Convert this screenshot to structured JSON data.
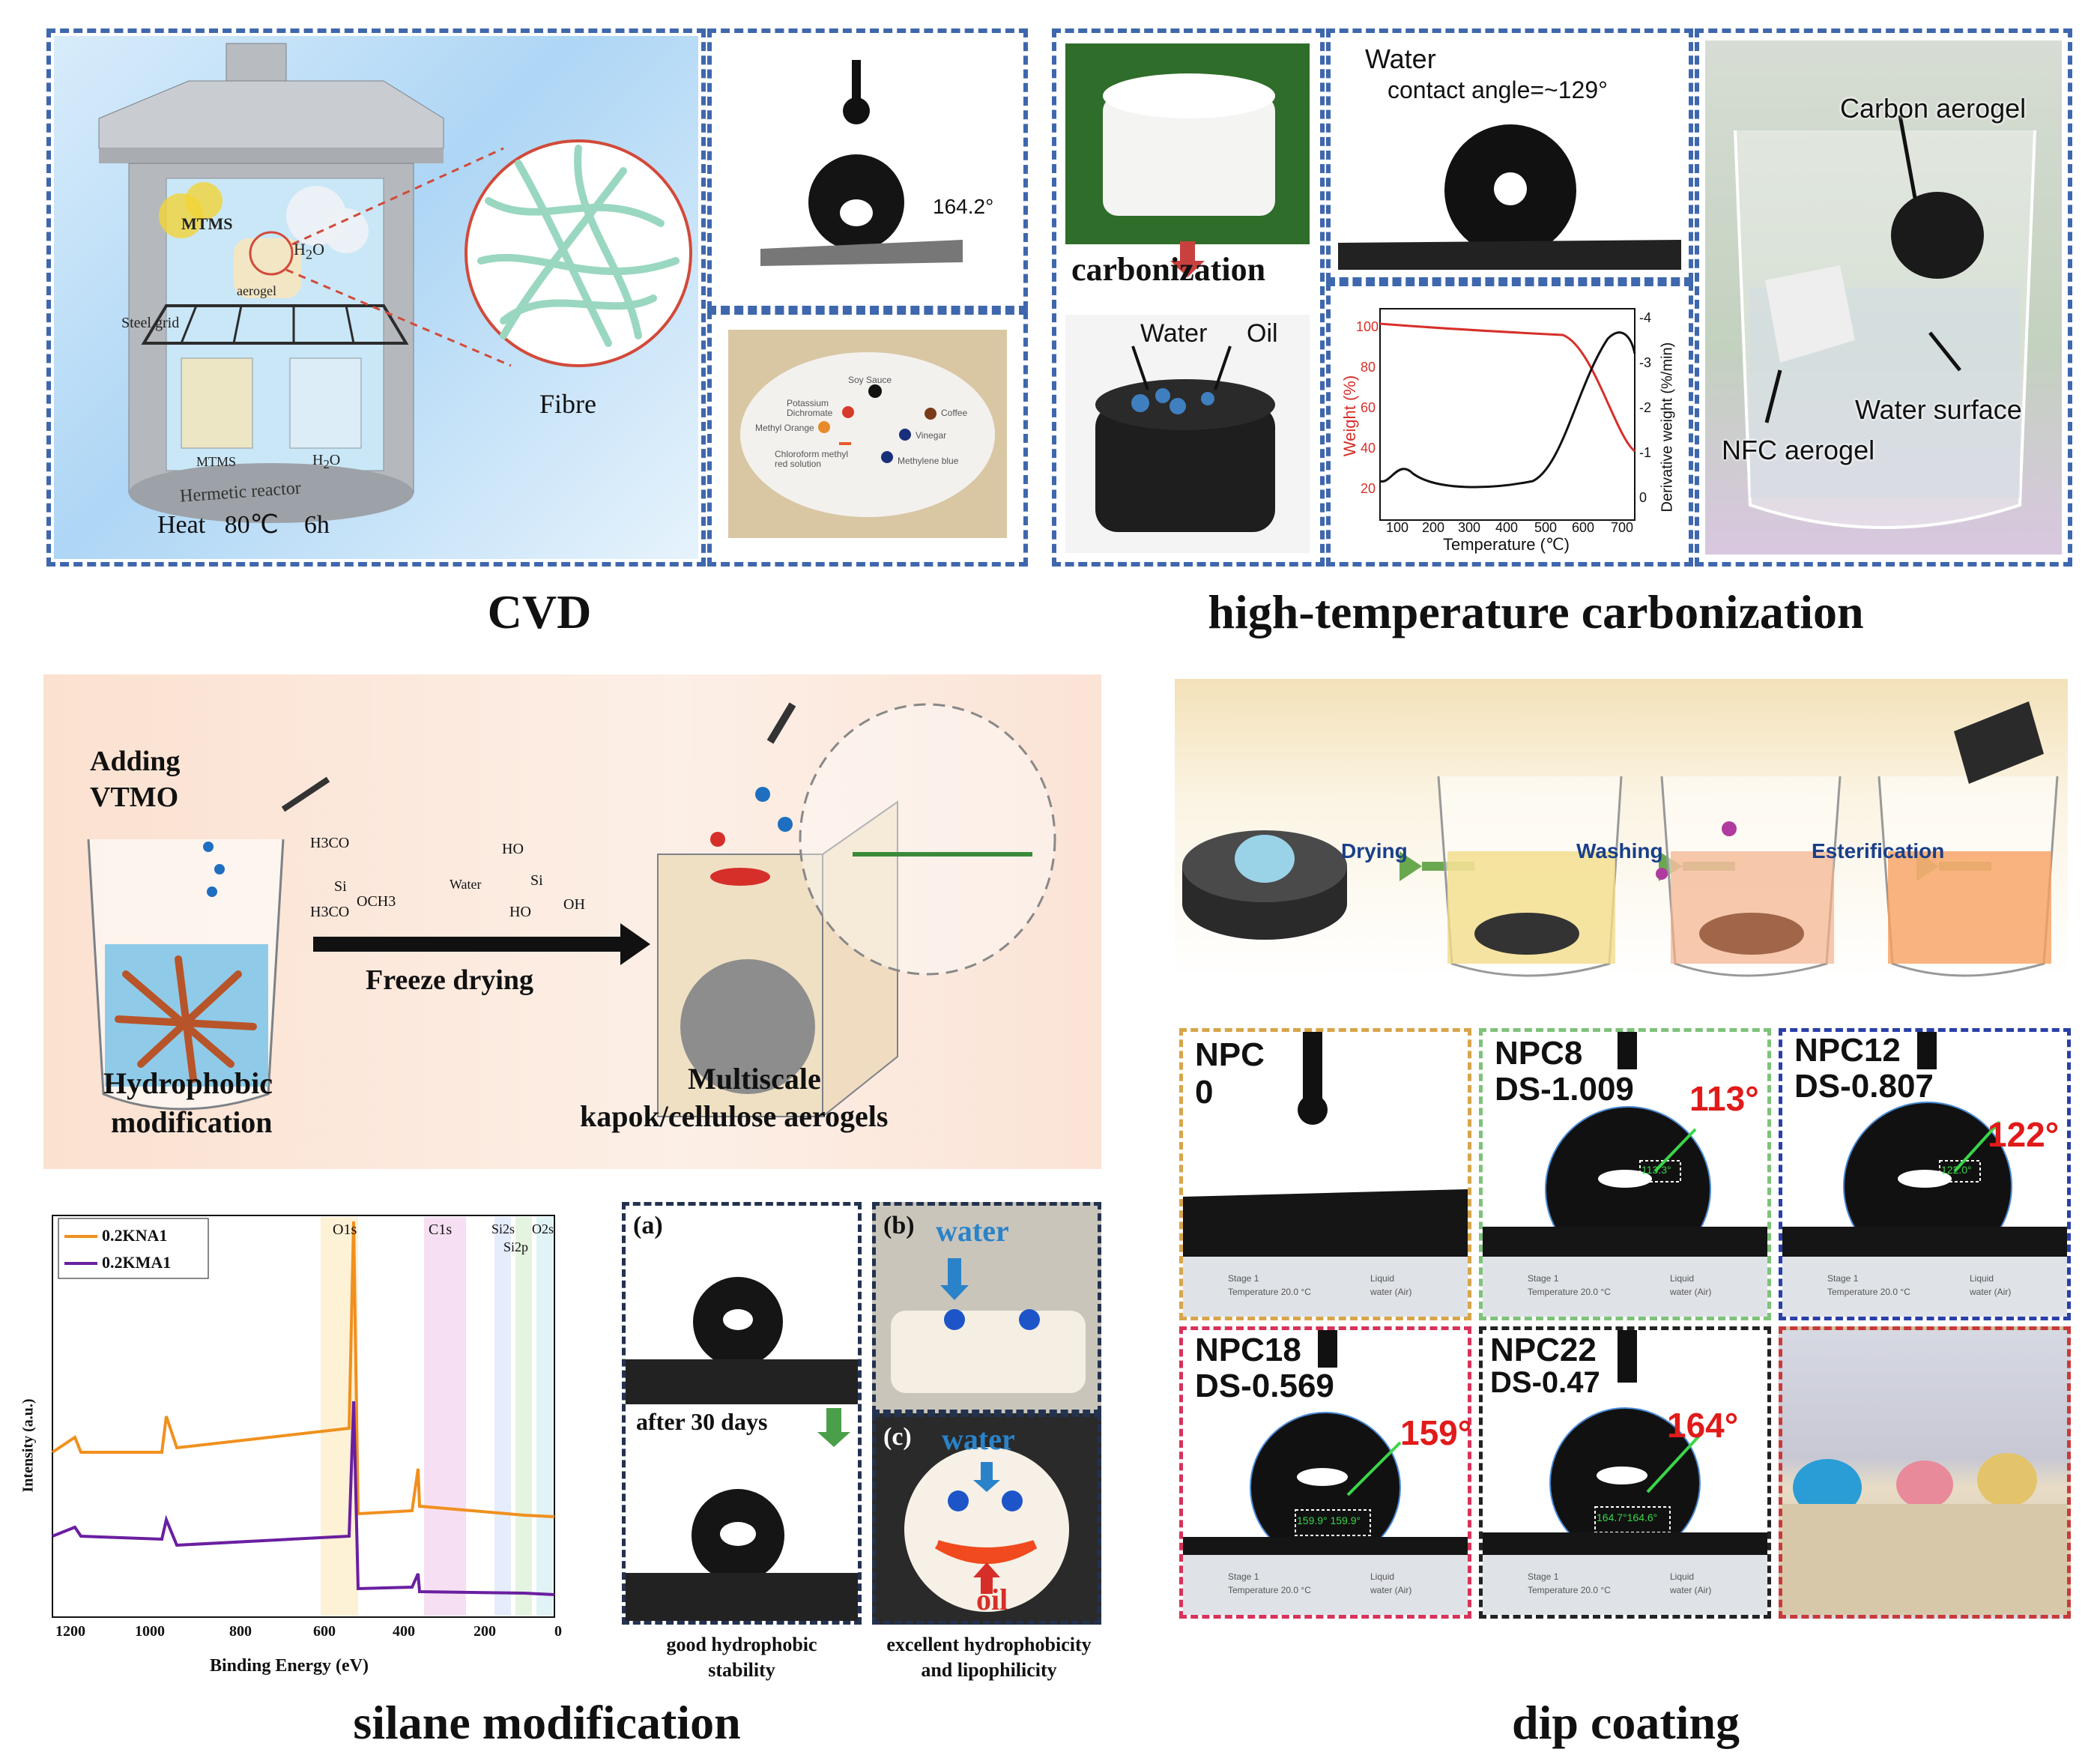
{
  "section_titles": {
    "cvd": "CVD",
    "carbonization": "high-temperature carbonization",
    "silane": "silane modification",
    "dip": "dip coating"
  },
  "cvd": {
    "reactor": {
      "mtms_top": "MTMS",
      "h2o_top": "H",
      "h2o_sub": "2",
      "h2o_o": "O",
      "aerogel": "aerogel",
      "steel_grid": "Steel grid",
      "mtms_beaker": "MTMS",
      "h2o_beaker": "H",
      "h2o_beaker_sub": "2",
      "h2o_beaker_o": "O",
      "hermetic": "Hermetic reactor",
      "heat": "Heat   80℃    6h",
      "fibre": "Fibre"
    },
    "contact_angle": "164.2°",
    "stain_labels": [
      "Potassium Dichromate",
      "Soy Sauce",
      "Coffee",
      "Methyl Orange",
      "Vinegar",
      "Chloroform methyl red solution",
      "Methylene blue"
    ]
  },
  "carbonization": {
    "arrow_label": "carbonization",
    "water": "Water",
    "oil": "Oil",
    "contact_title": "Water",
    "contact_angle": "contact angle=~129°",
    "tga": {
      "ylabel_left": "Weight (%)",
      "ylabel_right": "Derivative weight (%/min)",
      "xlabel": "Temperature (℃)",
      "xticks": [
        "100",
        "200",
        "300",
        "400",
        "500",
        "600",
        "700"
      ],
      "yticks_left": [
        "100",
        "80",
        "60",
        "40",
        "20"
      ],
      "yticks_right": [
        "-4",
        "-3",
        "-2",
        "-1",
        "0"
      ]
    },
    "beaker": {
      "carbon": "Carbon aerogel",
      "water_surface": "Water surface",
      "nfc": "NFC aerogel"
    }
  },
  "silane": {
    "adding": "Adding",
    "vtmo": "VTMO",
    "hydrophobic": "Hydrophobic",
    "modification": "modification",
    "freeze": "Freeze drying",
    "water": "Water",
    "multiscale": "Multiscale",
    "kapok": "kapok/cellulose aerogels",
    "chem_left": [
      "H3CO",
      "Si",
      "OCH3",
      "H3CO"
    ],
    "chem_right": [
      "HO",
      "Si",
      "OH",
      "HO"
    ],
    "xps": {
      "legend": [
        "0.2KNA1",
        "0.2KMA1"
      ],
      "peaks": [
        "O1s",
        "C1s",
        "Si2s",
        "Si2p",
        "O2s"
      ],
      "xlabel": "Binding Energy (eV)",
      "ylabel": "Intensity (a.u.)",
      "xticks": [
        "1200",
        "1000",
        "800",
        "600",
        "400",
        "200",
        "0"
      ]
    },
    "panels": {
      "a": "(a)",
      "b": "(b)",
      "c": "(c)",
      "after": "after 30 days",
      "water_b": "water",
      "water_c": "water",
      "oil": "oil",
      "good1": "good hydrophobic",
      "good2": "stability",
      "excellent1": "excellent hydrophobicity",
      "excellent2": "and lipophilicity"
    }
  },
  "dip": {
    "steps": [
      "Drying",
      "Washing",
      "Esterification"
    ],
    "samples": [
      {
        "name": "NPC",
        "ds": "0",
        "angle": "",
        "inner": ""
      },
      {
        "name": "NPC8",
        "ds": "DS-1.009",
        "angle": "113°",
        "inner": "113.3°"
      },
      {
        "name": "NPC12",
        "ds": "DS-0.807",
        "angle": "122°",
        "inner": "122.0°"
      },
      {
        "name": "NPC18",
        "ds": "DS-0.569",
        "angle": "159°",
        "inner": "159.9° 159.9°"
      },
      {
        "name": "NPC22",
        "ds": "DS-0.47",
        "angle": "164°",
        "inner": "164.7°164.6°"
      }
    ],
    "instrument": {
      "stage": "Stage 1",
      "temperature": "Temperature 20.0 °C",
      "liquid": "Liquid",
      "water": "water (Air)"
    }
  }
}
